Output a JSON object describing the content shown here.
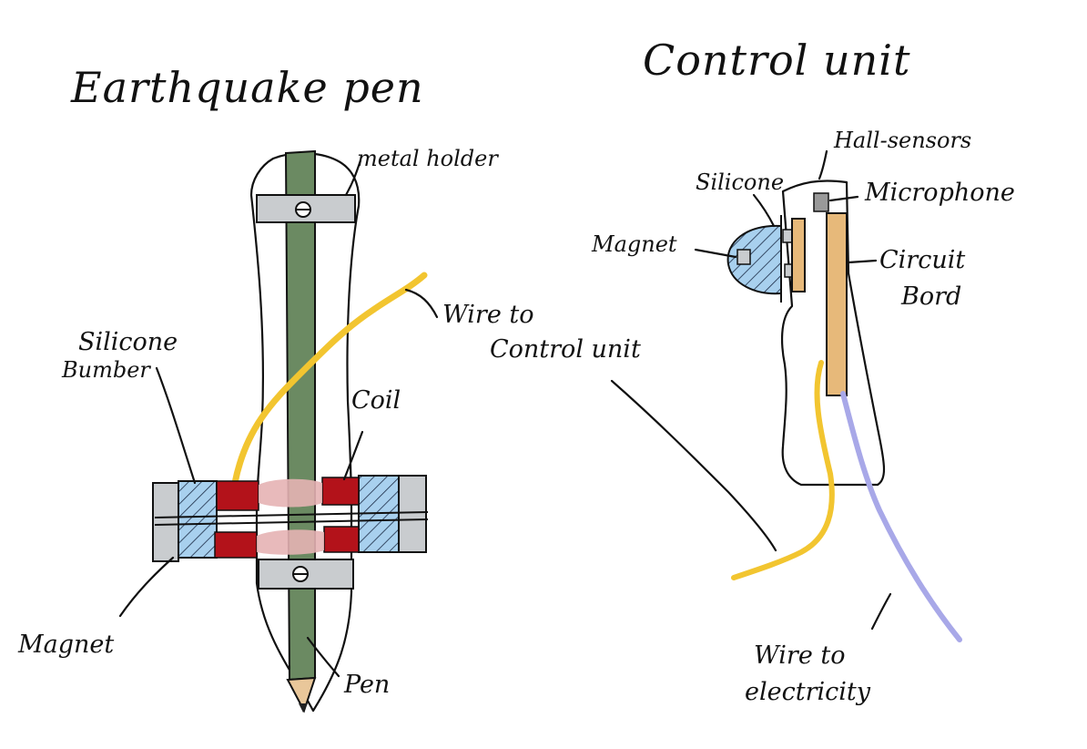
{
  "titles": {
    "left": "Earthquake pen",
    "right": "Control unit"
  },
  "labels": {
    "metal_holder": "metal holder",
    "wire_to_control_line1": "Wire to",
    "wire_to_control_line2": "Control unit",
    "silicone_bumber_line1": "Silicone",
    "silicone_bumber_line2": "Bumber",
    "coil": "Coil",
    "magnet_left": "Magnet",
    "pen": "Pen",
    "hall_sensors": "Hall-sensors",
    "silicone_right": "Silicone",
    "microphone": "Microphone",
    "magnet_right": "Magnet",
    "circuit_bord_line1": "Circuit",
    "circuit_bord_line2": "Bord",
    "wire_to_electricity_line1": "Wire to",
    "wire_to_electricity_line2": "electricity"
  },
  "colors": {
    "ink": "#111111",
    "pen_body": "#6b8a62",
    "metal": "#c9cccf",
    "silicone": "#a8d0ee",
    "coil": "#b3121a",
    "coil_faded": "#e6b2b4",
    "wire_yellow": "#f2c530",
    "wire_blue": "#a8a8e8",
    "circuit_board": "#e7b97a",
    "wood_tip": "#e9c79a"
  }
}
